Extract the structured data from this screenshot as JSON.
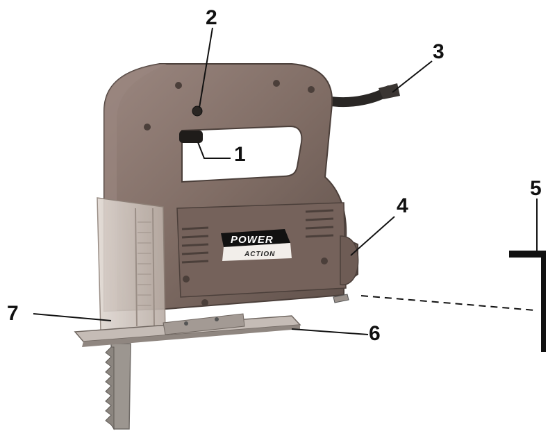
{
  "figure": {
    "background": "#ffffff",
    "body_color": "#7f6c64",
    "body_shadow": "#5e4f49",
    "body_highlight": "#9b8780",
    "guard_color": "#c9bdb5",
    "shoe_color": "#b7aea8",
    "blade_color": "#9c9690",
    "cord_color": "#2a2725",
    "leader_color": "#111111"
  },
  "logo": {
    "top_text": "POWER",
    "bottom_text": "ACTION"
  },
  "callouts": [
    {
      "id": "1",
      "label": "1"
    },
    {
      "id": "2",
      "label": "2"
    },
    {
      "id": "3",
      "label": "3"
    },
    {
      "id": "4",
      "label": "4"
    },
    {
      "id": "5",
      "label": "5"
    },
    {
      "id": "6",
      "label": "6"
    },
    {
      "id": "7",
      "label": "7"
    }
  ]
}
